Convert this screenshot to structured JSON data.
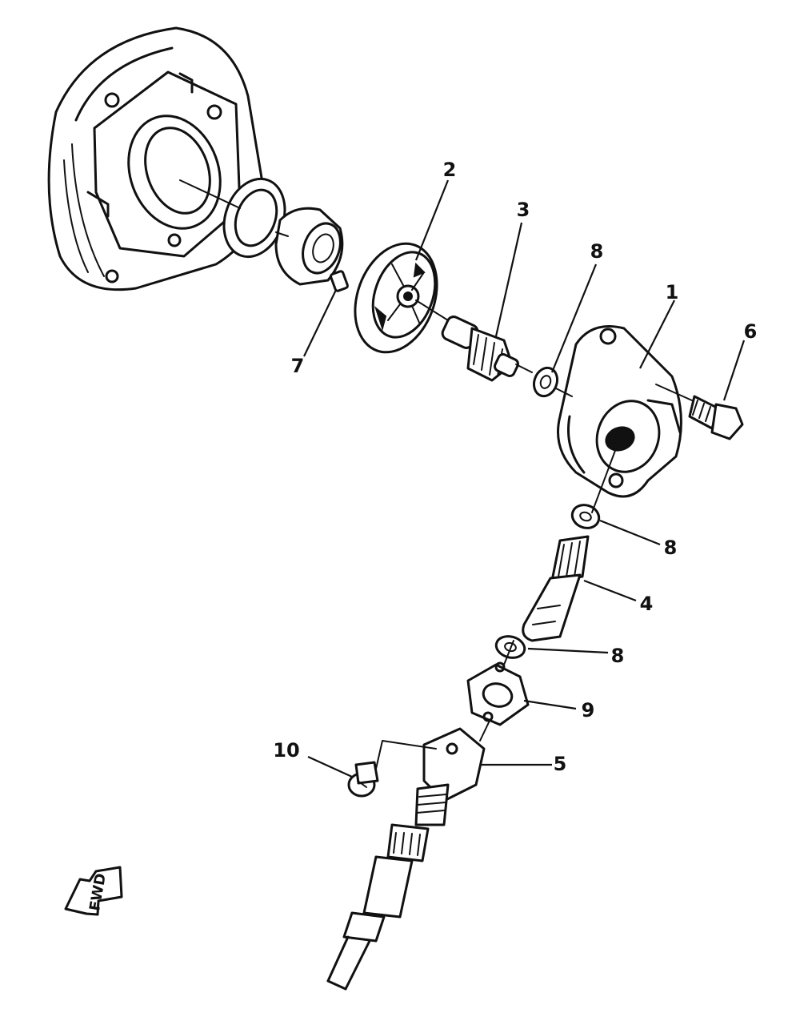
{
  "callouts": {
    "c1": "1",
    "c2": "2",
    "c3": "3",
    "c4": "4",
    "c5": "5",
    "c6": "6",
    "c7": "7",
    "c8a": "8",
    "c8b": "8",
    "c8c": "8",
    "c9": "9",
    "c10": "10"
  },
  "direction_marker": {
    "label": "FWD"
  }
}
